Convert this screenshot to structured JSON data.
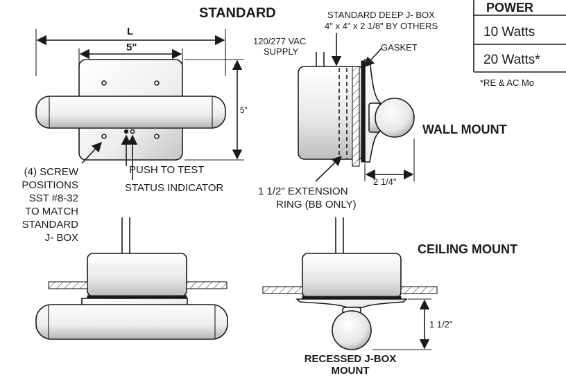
{
  "labels": {
    "standard_title": "STANDARD",
    "wall_mount": "WALL MOUNT",
    "ceiling_mount": "CEILING MOUNT",
    "recessed_line1": "RECESSED J-BOX",
    "recessed_line2": "MOUNT",
    "dim_L": "L",
    "dim_5_top": "5\"",
    "dim_5_side": "5\"",
    "dim_2_14": "2 1/4\"",
    "dim_1_12": "1 1/2\"",
    "supply_line1": "120/277 VAC",
    "supply_line2": "SUPPLY",
    "jbox_line1": "STANDARD DEEP J- BOX",
    "jbox_line2": "4\" x 4\" x 2 1/8\" BY OTHERS",
    "gasket": "GASKET",
    "extension_line1": "1 1/2\" EXTENSION",
    "extension_line2": "RING (BB ONLY)",
    "push_to_test": "PUSH TO TEST",
    "status_indicator": "STATUS INDICATOR",
    "screw_line1": "(4) SCREW",
    "screw_line2": "POSITIONS",
    "screw_line3": "SST #8-32",
    "screw_line4": "TO MATCH",
    "screw_line5": "STANDARD",
    "screw_line6": "J- BOX"
  },
  "power_table": {
    "header": "POWER",
    "rows": [
      "10 Watts",
      "20 Watts*"
    ],
    "footnote": "*RE & AC Mo"
  }
}
